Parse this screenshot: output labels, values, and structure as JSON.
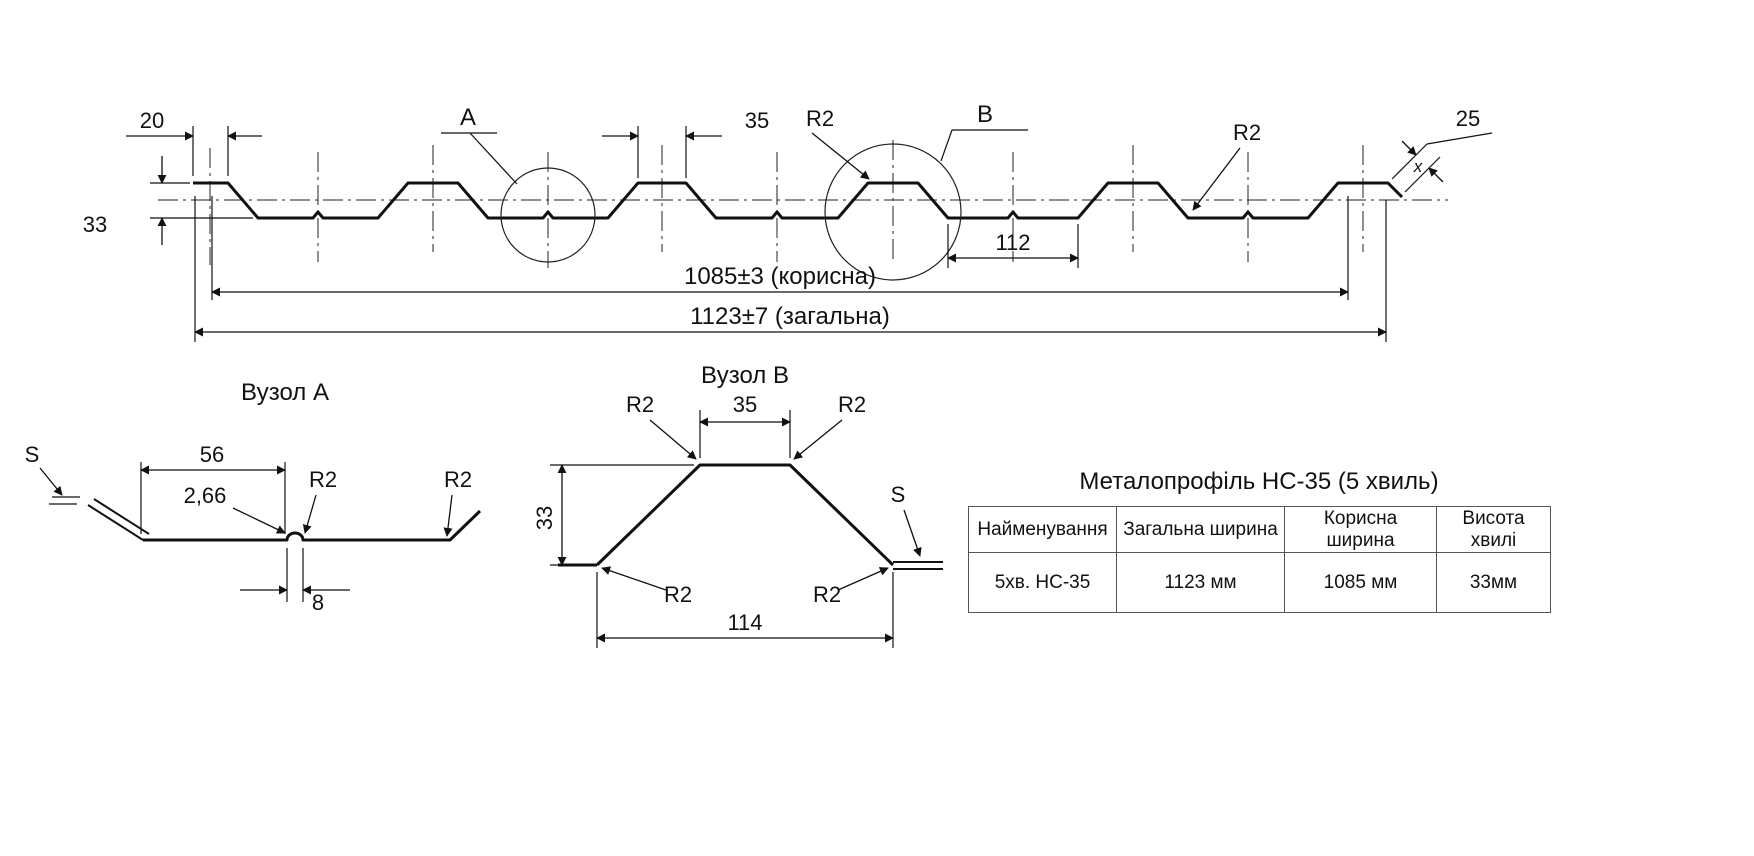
{
  "drawing": {
    "main": {
      "dim_20": "20",
      "dim_33": "33",
      "label_a": "A",
      "dim_35": "35",
      "label_r2_1": "R2",
      "label_b": "B",
      "dim_112": "112",
      "label_r2_2": "R2",
      "dim_25": "25",
      "label_x": "x",
      "dim_useful": "1085±3 (корисна)",
      "dim_total": "1123±7 (загальна)"
    },
    "detail_a": {
      "title": "Вузол А",
      "label_s": "S",
      "dim_56": "56",
      "dim_2_66": "2,66",
      "r2_left": "R2",
      "r2_right": "R2",
      "dim_8": "8"
    },
    "detail_b": {
      "title": "Вузол В",
      "r2_top_left": "R2",
      "dim_35": "35",
      "r2_top_right": "R2",
      "dim_33": "33",
      "label_s": "S",
      "r2_bottom_left": "R2",
      "r2_bottom_right": "R2",
      "dim_114": "114"
    }
  },
  "table": {
    "title": "Металопрофіль НС-35 (5 хвиль)",
    "headers": [
      "Найменування",
      "Загальна ширина",
      "Корисна ширина",
      "Висота хвилі"
    ],
    "rows": [
      [
        "5хв. НС-35",
        "1123 мм",
        "1085 мм",
        "33мм"
      ]
    ]
  }
}
